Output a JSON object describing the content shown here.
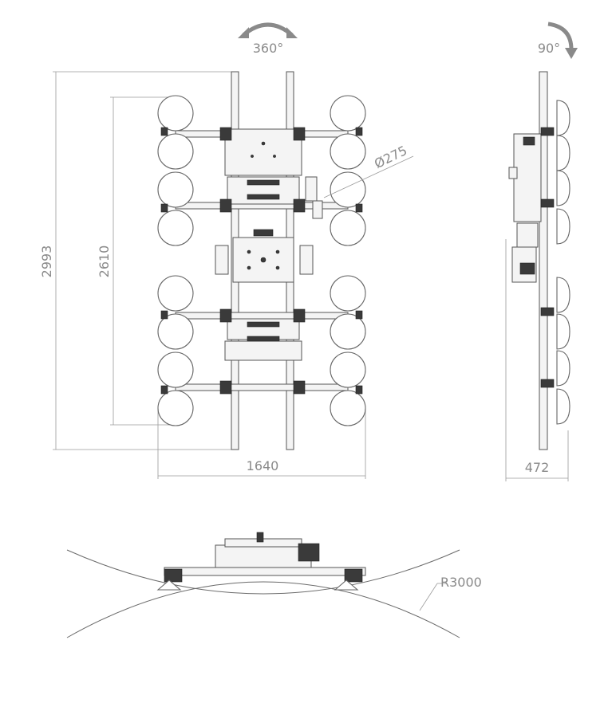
{
  "labels": {
    "rotation_top": "360°",
    "rotation_side": "90°",
    "height_total": "2993",
    "height_cups": "2610",
    "width_front": "1640",
    "diameter": "Ø275",
    "depth_side": "472",
    "radius": "R3000"
  },
  "colors": {
    "line": "#6b6b6b",
    "arrow": "#8a8a8a",
    "text": "#8a8a8a"
  }
}
